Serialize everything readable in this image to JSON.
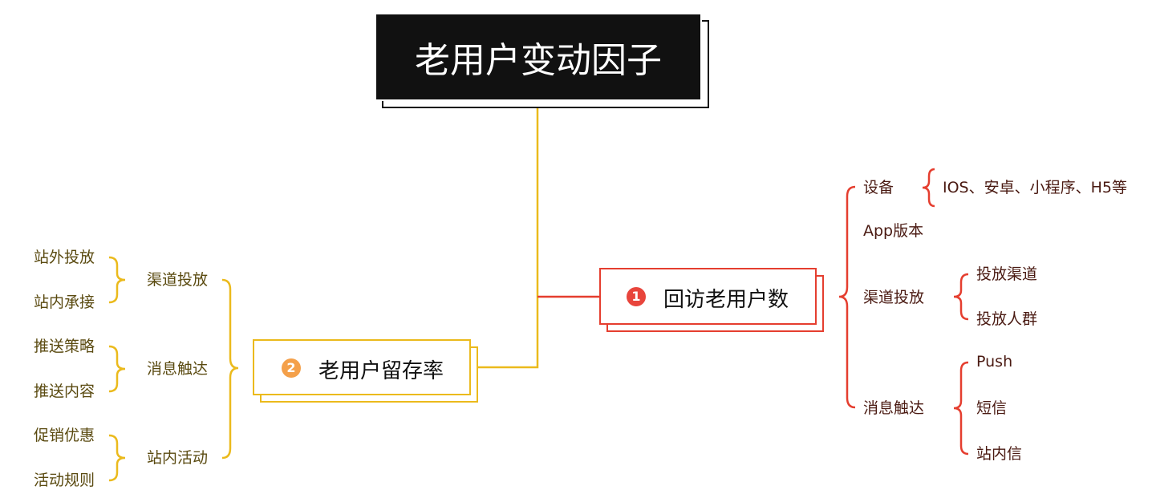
{
  "root": {
    "title": "老用户变动因子"
  },
  "colors": {
    "root_bg": "#111111",
    "red": "#E53E2F",
    "yellow": "#EBBA1C",
    "red_badge": "#E8453C",
    "orange_badge": "#F4A04A"
  },
  "branch1": {
    "badge": "1",
    "title": "回访老用户数",
    "children": [
      {
        "label": "设备",
        "children": [
          "IOS、安卓、小程序、H5等"
        ]
      },
      {
        "label": "App版本",
        "children": []
      },
      {
        "label": "渠道投放",
        "children": [
          "投放渠道",
          "投放人群"
        ]
      },
      {
        "label": "消息触达",
        "children": [
          "Push",
          "短信",
          "站内信"
        ]
      }
    ]
  },
  "branch2": {
    "badge": "2",
    "title": "老用户留存率",
    "children": [
      {
        "label": "渠道投放",
        "children": [
          "站外投放",
          "站内承接"
        ]
      },
      {
        "label": "消息触达",
        "children": [
          "推送策略",
          "推送内容"
        ]
      },
      {
        "label": "站内活动",
        "children": [
          "促销优惠",
          "活动规则"
        ]
      }
    ]
  }
}
